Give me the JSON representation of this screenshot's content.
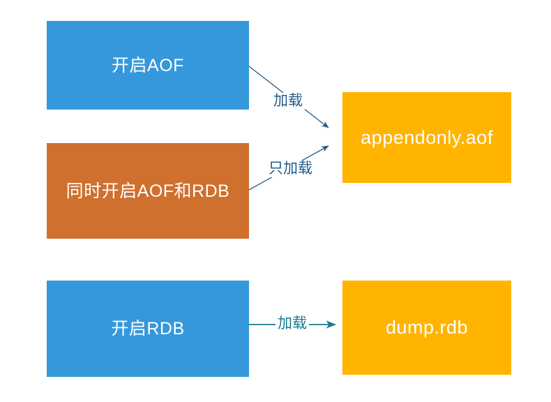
{
  "diagram": {
    "title": "Redis persistence load priority diagram",
    "background": "#ffffff",
    "colors": {
      "blue": "#3498db",
      "brown": "#cf702e",
      "orange": "#ffb400",
      "arrow_blue": "#1f5c8b",
      "arrow_teal": "#17788d",
      "node_text": "#ffffff"
    },
    "nodes": [
      {
        "id": "aof-enabled",
        "label": "开启AOF",
        "fill": "#3498db"
      },
      {
        "id": "aof-rdb-both",
        "label": "同时开启AOF和RDB",
        "fill": "#cf702e"
      },
      {
        "id": "rdb-enabled",
        "label": "开启RDB",
        "fill": "#3498db"
      },
      {
        "id": "appendonly",
        "label": "appendonly.aof",
        "fill": "#ffb400"
      },
      {
        "id": "dumprdb",
        "label": "dump.rdb",
        "fill": "#ffb400"
      }
    ],
    "edges": [
      {
        "id": "load-aof",
        "from": "aof-enabled",
        "to": "appendonly",
        "label": "加载",
        "color": "#1f5c8b"
      },
      {
        "id": "only-load",
        "from": "aof-rdb-both",
        "to": "appendonly",
        "label": "只加载",
        "color": "#1f5c8b"
      },
      {
        "id": "load-rdb",
        "from": "rdb-enabled",
        "to": "dumprdb",
        "label": "加载",
        "color": "#17788d"
      }
    ]
  }
}
